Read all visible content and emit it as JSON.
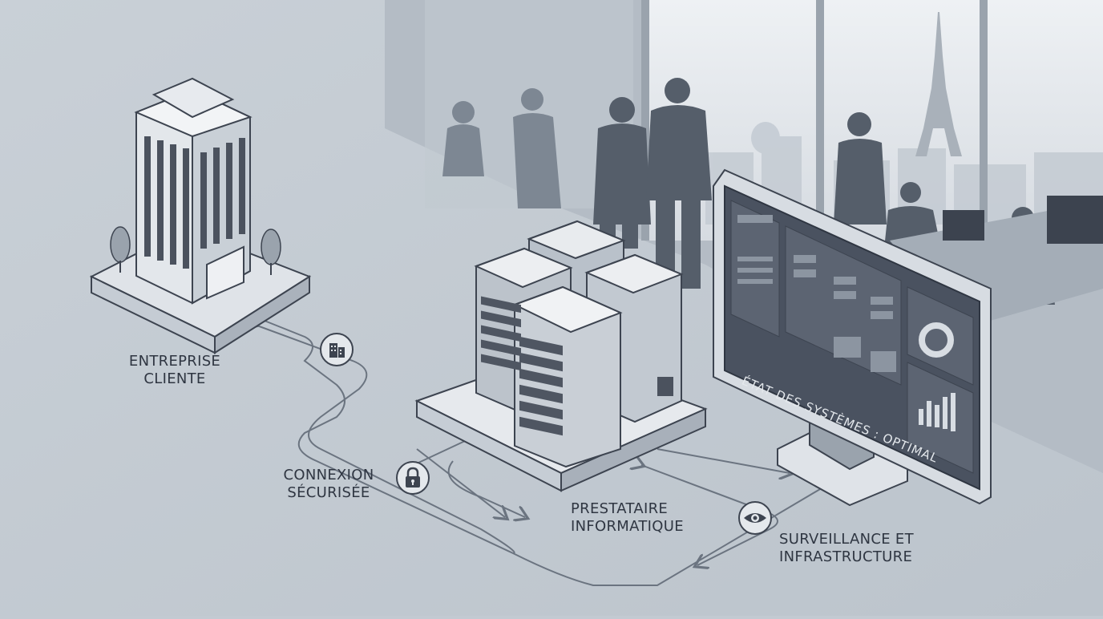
{
  "nodes": {
    "client": {
      "line1": "ENTREPRISE",
      "line2": "CLIENTE"
    },
    "connection": {
      "line1": "CONNEXION",
      "line2": "SÉCURISÉE"
    },
    "provider": {
      "line1": "PRESTATAIRE",
      "line2": "INFORMATIQUE"
    },
    "monitoring": {
      "line1": "SURVEILLANCE ET",
      "line2": "INFRASTRUCTURE"
    }
  },
  "monitor": {
    "status_text": "ÉTAT DES SYSTÈMES : OPTIMAL"
  },
  "icons": {
    "client_badge": "building-icon",
    "connection_badge": "lock-icon",
    "monitoring_badge": "eye-icon"
  },
  "colors": {
    "background": "#c3cad2",
    "ink": "#2f3642",
    "line": "#6b7480",
    "screen": "#4a5260"
  }
}
